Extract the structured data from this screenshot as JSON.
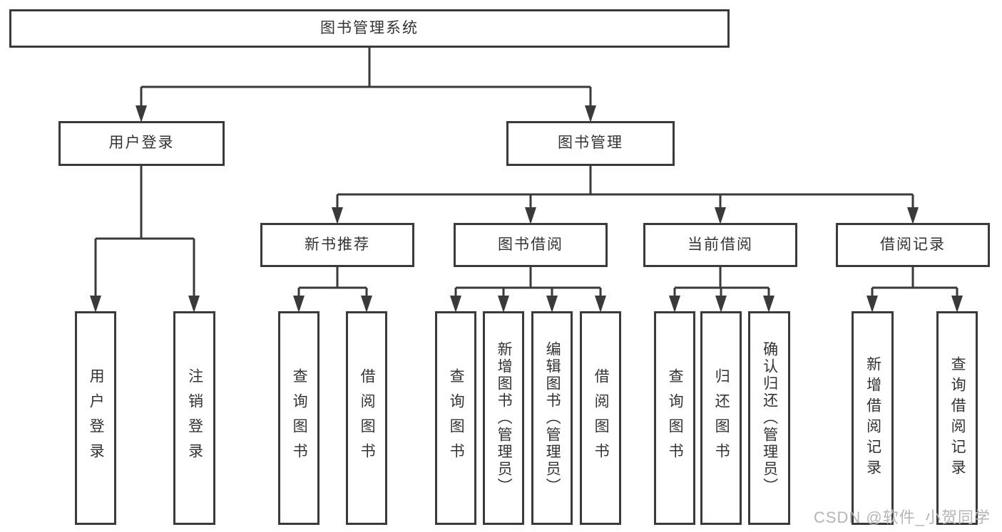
{
  "diagram": {
    "root": {
      "label": "图书管理系统"
    },
    "level2": {
      "user_login": {
        "label": "用户登录"
      },
      "book_mgmt": {
        "label": "图书管理"
      }
    },
    "level3": {
      "new_book_rec": {
        "label": "新书推荐"
      },
      "book_borrow": {
        "label": "图书借阅"
      },
      "current_borrow": {
        "label": "当前借阅"
      },
      "borrow_record": {
        "label": "借阅记录"
      }
    },
    "leaves": {
      "user_login_leaf": {
        "label": "用户登录"
      },
      "logout_leaf": {
        "label": "注销登录"
      },
      "nb_query_books": {
        "label": "查询图书"
      },
      "nb_borrow_books": {
        "label": "借阅图书"
      },
      "bb_query_books": {
        "label": "查询图书"
      },
      "bb_add_books": {
        "label": "新增图书（管理员）"
      },
      "bb_edit_books": {
        "label": "编辑图书（管理员）"
      },
      "bb_borrow_books": {
        "label": "借阅图书"
      },
      "cb_query_books": {
        "label": "查询图书"
      },
      "cb_return_books": {
        "label": "归还图书"
      },
      "cb_confirm_return": {
        "label": "确认归还（管理员）"
      },
      "br_add_record": {
        "label": "新增借阅记录"
      },
      "br_query_record": {
        "label": "查询借阅记录"
      }
    }
  },
  "watermark": {
    "text": "CSDN @软件_小贺同学"
  },
  "colors": {
    "line": "#3a3a3a",
    "text": "#333333",
    "watermark": "#b5b5b5",
    "background": "#ffffff"
  }
}
